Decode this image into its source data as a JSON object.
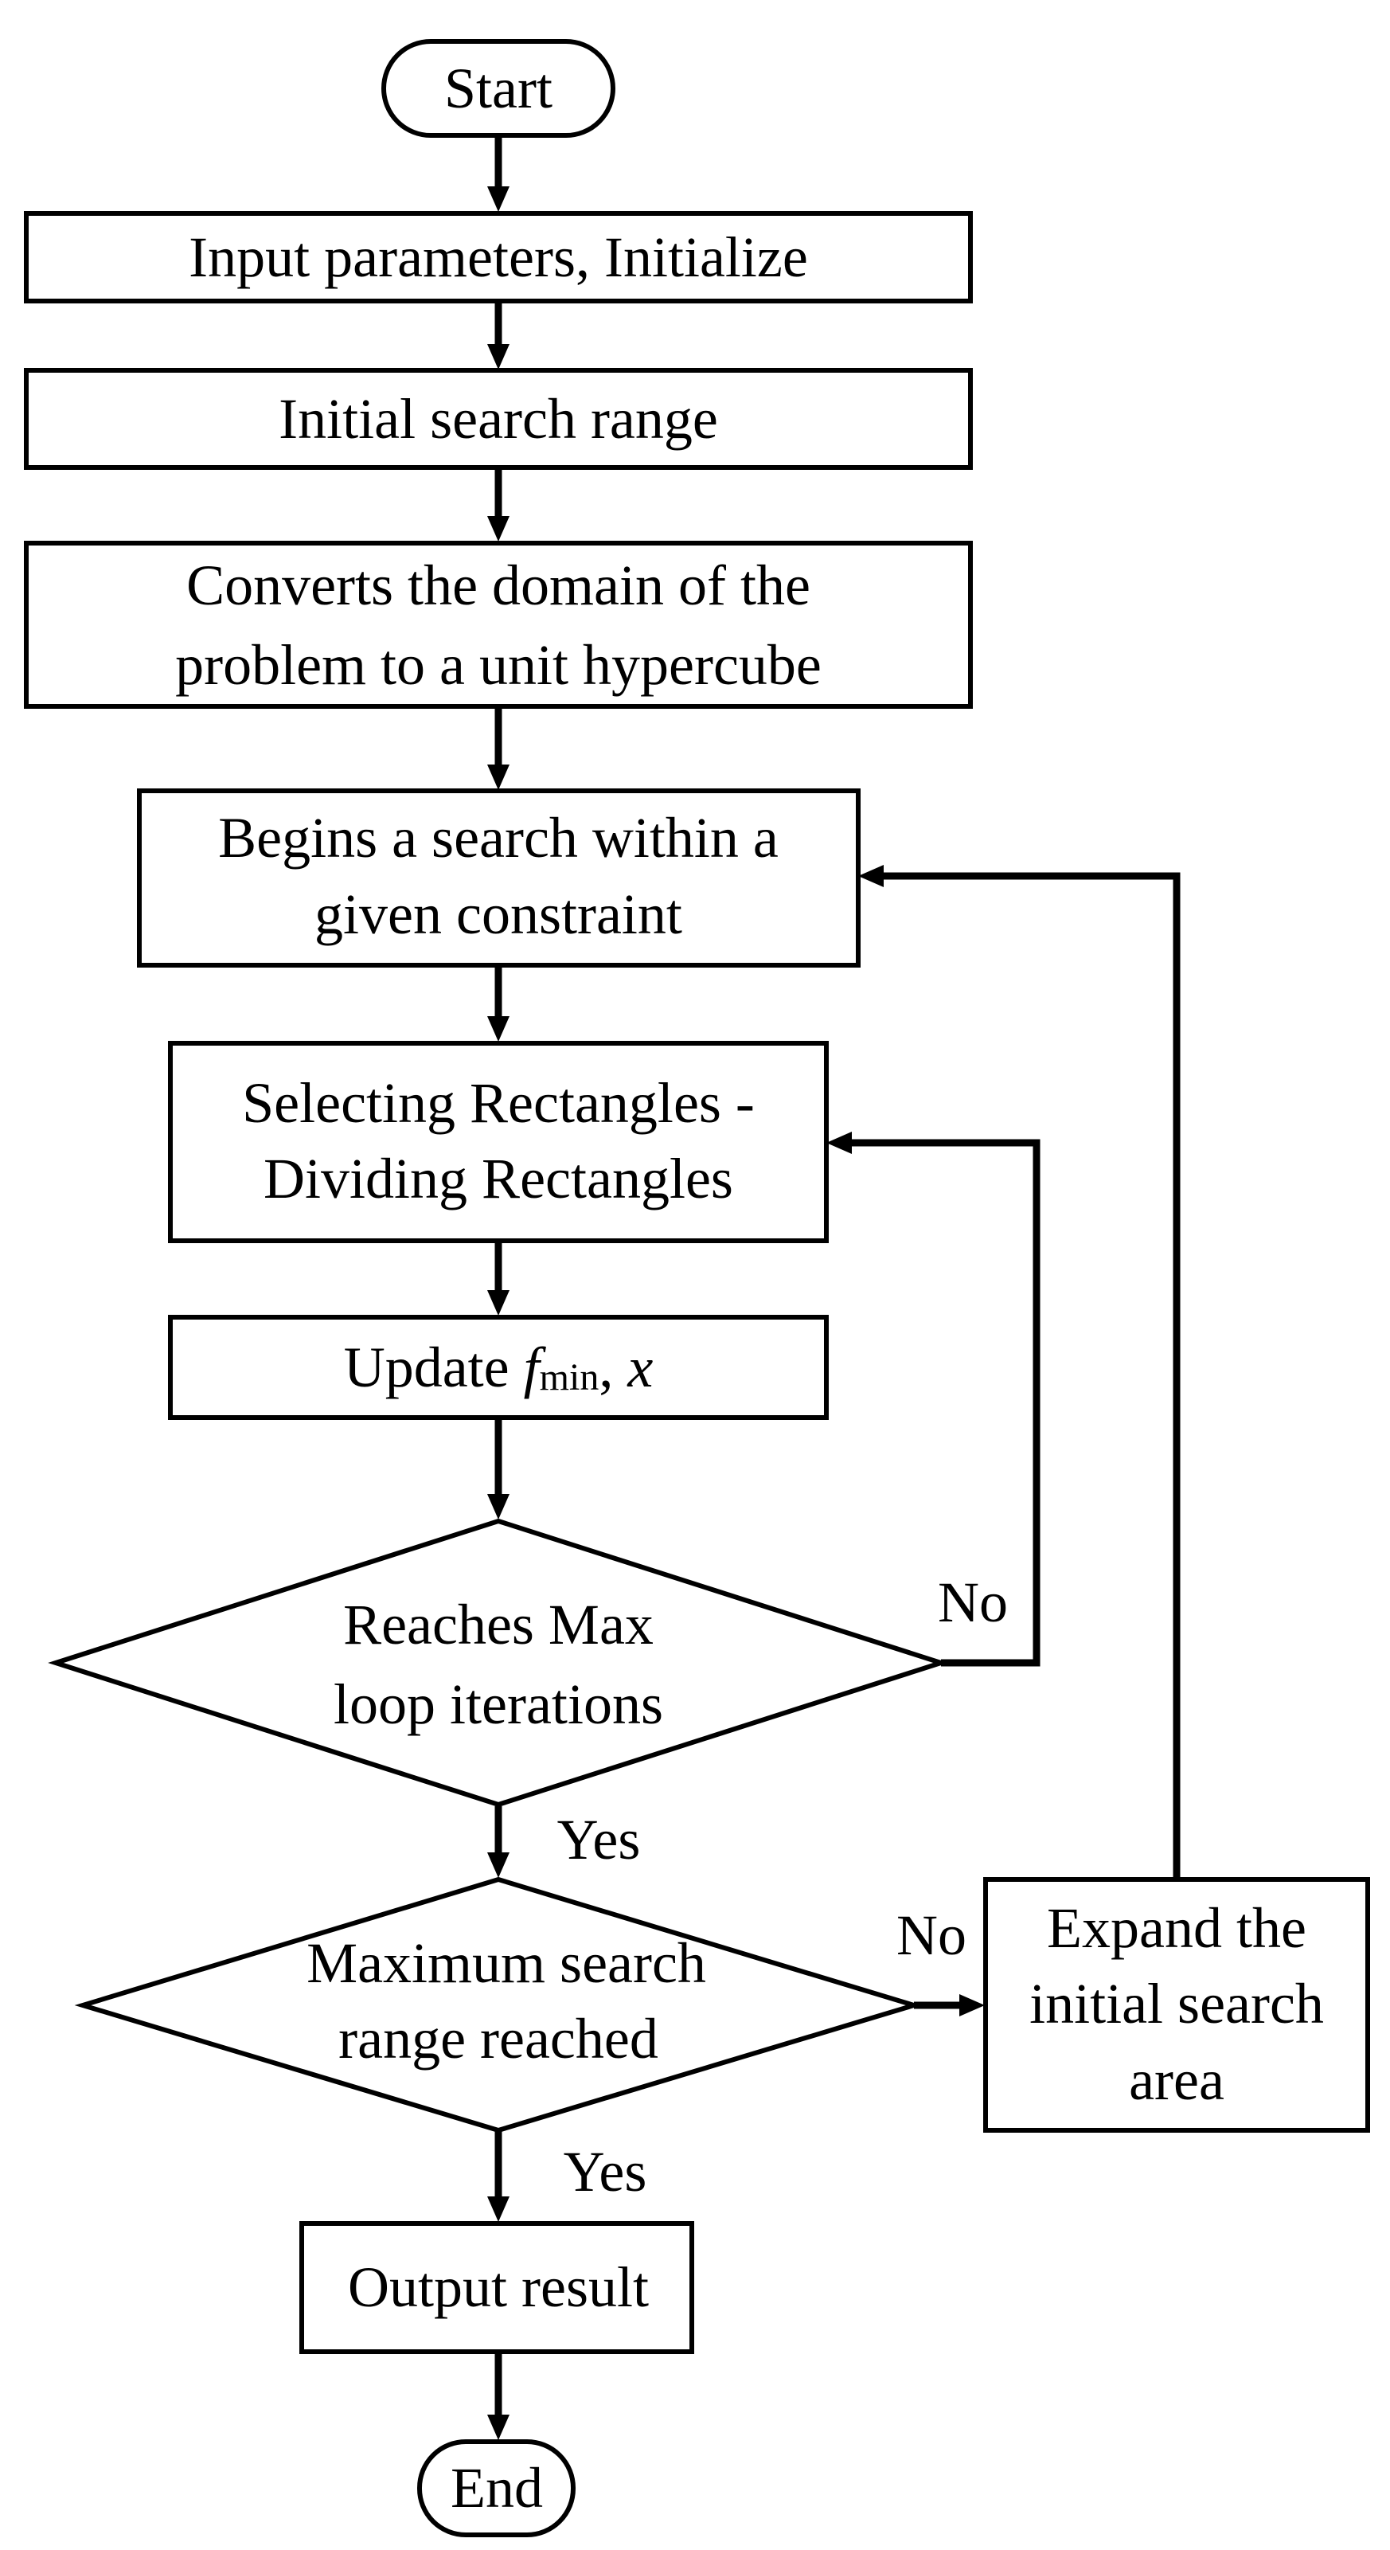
{
  "flowchart": {
    "start": "Start",
    "input_params": "Input parameters, Initialize",
    "initial_range": "Initial search range",
    "convert": [
      "Converts the domain of the",
      "problem to a unit hypercube"
    ],
    "begin_search": [
      "Begins a search within a",
      "given constraint"
    ],
    "select_divide": [
      "Selecting Rectangles -",
      "Dividing Rectangles"
    ],
    "update": {
      "prefix": "Update ",
      "f": "f",
      "subscript": "min",
      "suffix": ", ",
      "var": "x"
    },
    "max_loop": [
      "Reaches Max",
      "loop iterations"
    ],
    "max_range": [
      "Maximum search",
      "range reached"
    ],
    "expand": [
      "Expand the",
      "initial search",
      "area"
    ],
    "output": "Output result",
    "end": "End",
    "labels": {
      "loop_no": "No",
      "loop_yes": "Yes",
      "range_no": "No",
      "range_yes": "Yes"
    }
  }
}
